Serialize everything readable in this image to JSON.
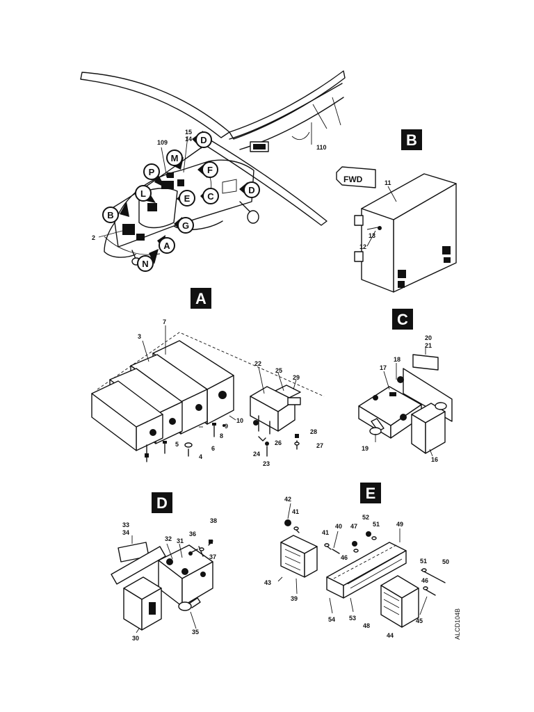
{
  "figure_code": "ALCD104B",
  "fwd_label": "FWD",
  "section_labels": {
    "A": "A",
    "B": "B",
    "C": "C",
    "D": "D",
    "E": "E"
  },
  "locator_callouts": [
    "D",
    "M",
    "F",
    "P",
    "L",
    "E",
    "C",
    "D",
    "B",
    "G",
    "A",
    "N"
  ],
  "heli_part_numbers": [
    "15",
    "14",
    "109",
    "110",
    "2"
  ],
  "view_b_part_numbers": [
    "11",
    "13",
    "12"
  ],
  "view_a_part_numbers": [
    "7",
    "3",
    "22",
    "25",
    "29",
    "10",
    "9",
    "8",
    "6",
    "5",
    "4",
    "28",
    "26",
    "27",
    "24",
    "23"
  ],
  "view_c_part_numbers": [
    "20",
    "21",
    "17",
    "18",
    "19",
    "16"
  ],
  "view_d_part_numbers": [
    "33",
    "34",
    "32",
    "31",
    "36",
    "38",
    "37",
    "30",
    "35"
  ],
  "view_e_part_numbers": [
    "42",
    "41",
    "41",
    "40",
    "47",
    "52",
    "51",
    "49",
    "46",
    "51",
    "50",
    "46",
    "45",
    "43",
    "39",
    "54",
    "53",
    "48",
    "44"
  ]
}
